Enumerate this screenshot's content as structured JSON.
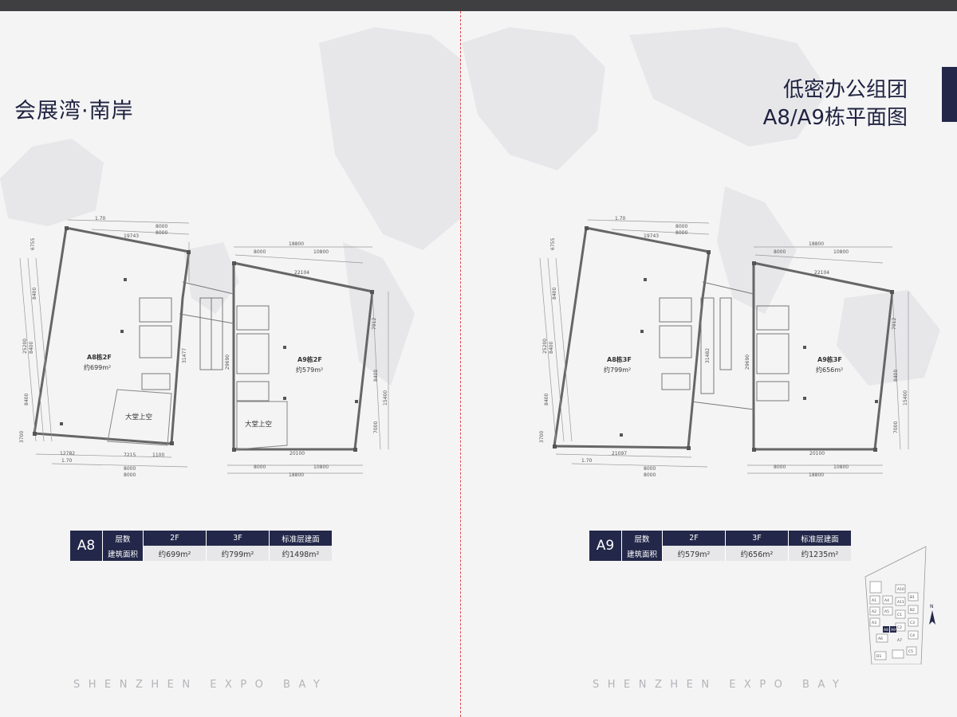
{
  "left_page": {
    "title": "会展湾·南岸",
    "footer": "SHENZHEN EXPO BAY",
    "plan": {
      "a8": {
        "name": "A8栋2F",
        "area": "约699m²"
      },
      "a9": {
        "name": "A9栋2F",
        "area": "约579m²"
      },
      "lobby_a8": "大堂上空",
      "lobby_a9": "大堂上空",
      "dims": {
        "d_170_top": "1.70",
        "d_19743": "19743",
        "d_8000_a": "8000",
        "d_8000_b": "8000",
        "d_6755": "6755",
        "d_8400_a": "8400",
        "d_25200": "25200",
        "d_8400_b": "8400",
        "d_8400_c": "8400",
        "d_3700": "3700",
        "d_31477": "31477",
        "d_12782": "12782",
        "d_7215": "7215",
        "d_1100": "1100",
        "d_170_bot": "1.70",
        "d_8000_c": "8000",
        "d_8000_d": "8000",
        "d_18800_top": "18800",
        "d_8000_e": "8000",
        "d_10800_top": "10800",
        "d_22104": "22104",
        "d_7912": "7912",
        "d_29690": "29690",
        "d_8400_d": "8400",
        "d_15400": "15400",
        "d_7000": "7000",
        "d_20100": "20100",
        "d_8000_f": "8000",
        "d_10800_bot": "10800",
        "d_18800_bot": "18800"
      }
    },
    "table": {
      "code": "A8",
      "header": [
        "层数",
        "2F",
        "3F",
        "标准层建面"
      ],
      "row": [
        "建筑面积",
        "约699m²",
        "约799m²",
        "约1498m²"
      ]
    }
  },
  "right_page": {
    "title_line1": "低密办公组团",
    "title_line2": "A8/A9栋平面图",
    "footer": "SHENZHEN EXPO BAY",
    "plan": {
      "a8": {
        "name": "A8栋3F",
        "area": "约799m²"
      },
      "a9": {
        "name": "A9栋3F",
        "area": "约656m²"
      },
      "dims": {
        "d_170_top": "1.70",
        "d_19743": "19743",
        "d_8000_a": "8000",
        "d_8000_b": "8000",
        "d_6755": "6755",
        "d_8400_a": "8400",
        "d_25200": "25200",
        "d_8400_b": "8400",
        "d_8400_c": "8400",
        "d_3700": "3700",
        "d_31482": "31482",
        "d_21097": "21097",
        "d_170_bot": "1.70",
        "d_8000_c": "8000",
        "d_8000_d": "8000",
        "d_18800_top": "18800",
        "d_8000_e": "8000",
        "d_10800_top": "10800",
        "d_22104": "22104",
        "d_7912": "7912",
        "d_29690": "29690",
        "d_8400_d": "8400",
        "d_15400": "15400",
        "d_7000": "7000",
        "d_20100": "20100",
        "d_8000_f": "8000",
        "d_10800_bot": "10800",
        "d_18800_bot": "18800"
      }
    },
    "table": {
      "code": "A9",
      "header": [
        "层数",
        "2F",
        "3F",
        "标准层建面"
      ],
      "row": [
        "建筑面积",
        "约579m²",
        "约656m²",
        "约1235m²"
      ]
    },
    "site_plan": {
      "north": "N",
      "labels": [
        "A1",
        "A2",
        "A3",
        "A4",
        "A5",
        "A6",
        "A7",
        "A8",
        "A9",
        "A10",
        "A11",
        "B1",
        "B2",
        "C1",
        "C2",
        "C3",
        "C4",
        "C5",
        "D1"
      ]
    }
  },
  "colors": {
    "navy": "#23284a",
    "divider": "#e14a4a",
    "line": "#555555"
  }
}
